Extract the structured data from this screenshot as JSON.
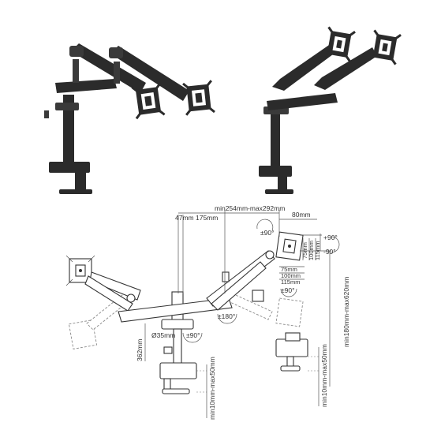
{
  "diagram": {
    "labels": {
      "d47": "47mm",
      "d175": "175mm",
      "d254_292": "min254mm-max292mm",
      "d80": "80mm",
      "rot90_top": "±90°",
      "tilt_plus90": "+90°",
      "tilt_minus90": "-90°",
      "v75": "75mm",
      "v100": "100mm",
      "v115": "115mm",
      "h75": "75mm",
      "h100": "100mm",
      "h115": "115mm",
      "rot90_right": "±90°",
      "rot180": "±180°",
      "rot90_center": "±90°",
      "pole_diam": "Ø35mm",
      "h362": "362mm",
      "clamp_left": "min10mm-max50mm",
      "clamp_right": "min10mm-max50mm",
      "height_range": "min180mm-max620mm"
    }
  }
}
